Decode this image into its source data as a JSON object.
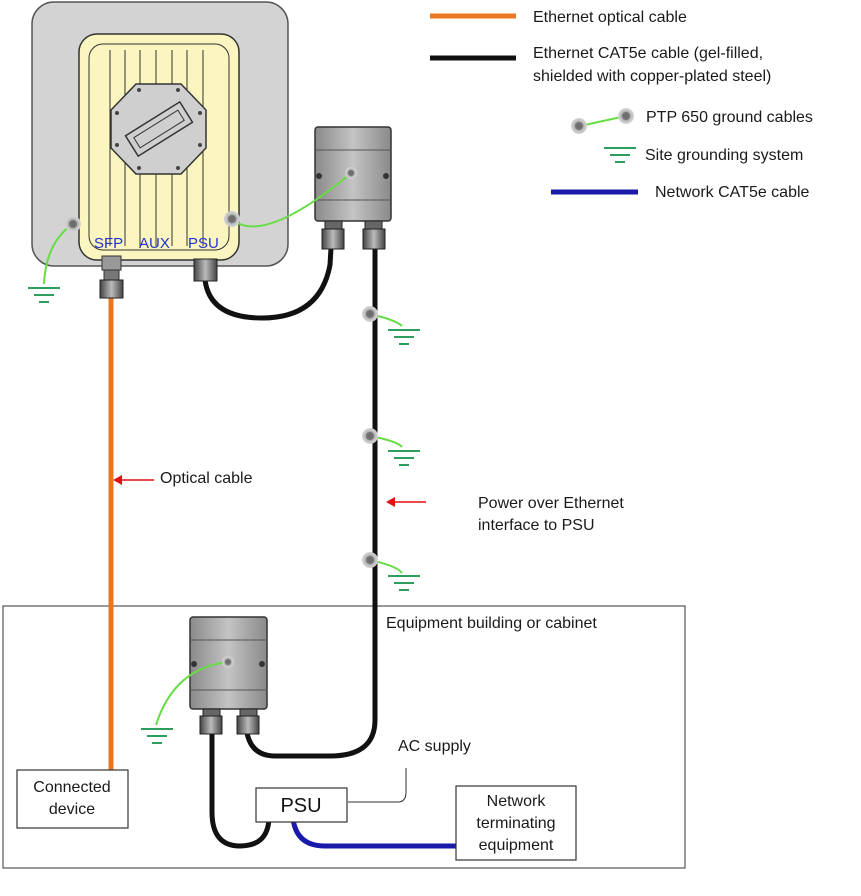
{
  "legend": {
    "optical": "Ethernet optical cable",
    "cat5e_line1": "Ethernet CAT5e cable (gel-filled,",
    "cat5e_line2": "shielded with copper-plated steel)",
    "ground_cables": "PTP 650 ground cables",
    "site_ground": "Site grounding system",
    "network": "Network CAT5e cable"
  },
  "odu": {
    "port_sfp": "SFP",
    "port_aux": "AUX",
    "port_psu": "PSU"
  },
  "labels": {
    "optical_cable": "Optical cable",
    "poe_line1": "Power over Ethernet",
    "poe_line2": "interface to PSU",
    "building": "Equipment building or cabinet",
    "ac_supply": "AC supply",
    "psu": "PSU",
    "connected_line1": "Connected",
    "connected_line2": "device",
    "nte_line1": "Network",
    "nte_line2": "terminating",
    "nte_line3": "equipment"
  },
  "colors": {
    "optical": "#e87722",
    "cat5e": "#111111",
    "ground": "#66dd44",
    "network": "#1a1aaa",
    "arrow": "#e11111",
    "ground_symbol": "#2e9e5e"
  }
}
